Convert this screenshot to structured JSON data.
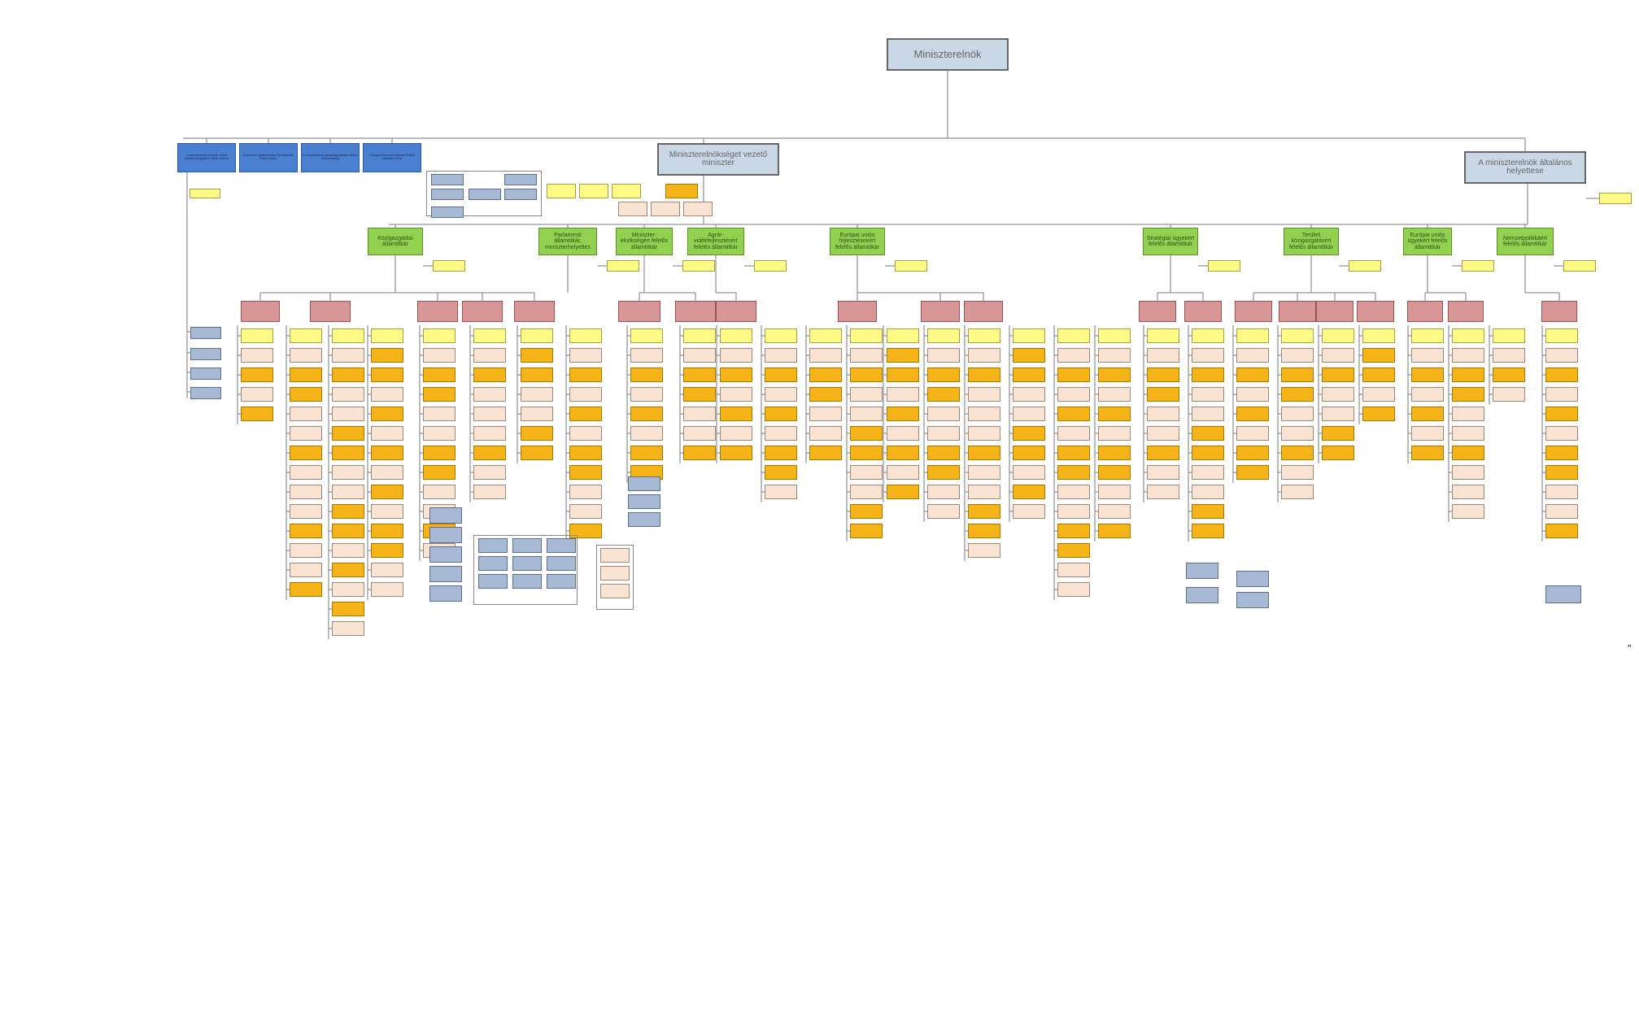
{
  "org_chart": {
    "title": "Miniszterelnök",
    "mark": "”",
    "colors": {
      "line": "#7a7a7a",
      "top_box": "#c9d7e6",
      "advisor": "#4a7fcf",
      "state_secretary": "#92d050",
      "deputy_state_secretary": "#d89696",
      "department": "#f7b418",
      "secretariat": "#fffb86",
      "unit": "#fbe3d3",
      "office": "#a7b9d3"
    },
    "key_units": {
      "ministerelnokseg": "Miniszterelnökséget vezető miniszter",
      "altalanos_helyettes": "A miniszterelnök általános helyettese"
    },
    "state_secretaries": [
      "Közigazgatási államtitkár",
      "Parlamenti államtitkár, miniszterhelyettes",
      "Miniszter-elnökségért felelős államtitkár",
      "Agrár-vidékfejlesztésért felelős államtitkár",
      "Európai uniós fejlesztésekért felelős államtitkár",
      "Stratégiai ügyekért felelős államtitkár",
      "Területi közigazgatásért felelős államtitkár",
      "Európai uniós ügyekért felelős államtitkár",
      "Nemzetpolitikáért felelős államtitkár"
    ],
    "advisors": [
      "A miniszterelnök nemzeti, etnikai kisebbségi ügyekért felelős biztosa",
      "A Nemzeti Együttműködés Rendszeréért felelős biztos",
      "A miniszterelnök gazdaságpolitikáért felelős főtanácsadója",
      "A Magyar Nemzeti Kultúráért felelős miniszteri biztos"
    ]
  }
}
